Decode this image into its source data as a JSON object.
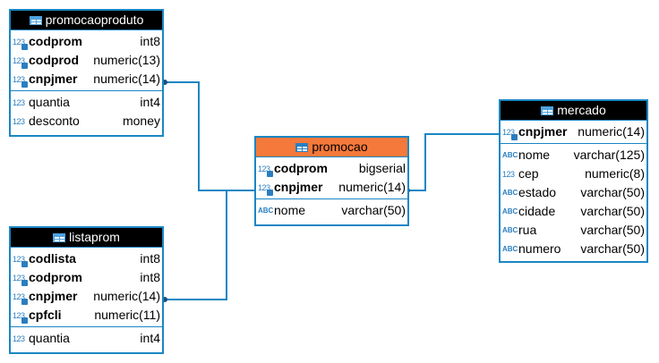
{
  "colors": {
    "border": "#1a86c4",
    "header_default": "#000000",
    "header_selected": "#f5793a",
    "connector": "#1a86c4"
  },
  "entities": {
    "promocaoproduto": {
      "title": "promocaoproduto",
      "keys": [
        {
          "type_icon": "123",
          "name": "codprom",
          "type": "int8"
        },
        {
          "type_icon": "123",
          "name": "codprod",
          "type": "numeric(13)"
        },
        {
          "type_icon": "123",
          "name": "cnpjmer",
          "type": "numeric(14)"
        }
      ],
      "fields": [
        {
          "type_icon": "123",
          "name": "quantia",
          "type": "int4"
        },
        {
          "type_icon": "123",
          "name": "desconto",
          "type": "money"
        }
      ]
    },
    "listaprom": {
      "title": "listaprom",
      "keys": [
        {
          "type_icon": "123",
          "name": "codlista",
          "type": "int8"
        },
        {
          "type_icon": "123",
          "name": "codprom",
          "type": "int8"
        },
        {
          "type_icon": "123",
          "name": "cnpjmer",
          "type": "numeric(14)"
        },
        {
          "type_icon": "123",
          "name": "cpfcli",
          "type": "numeric(11)"
        }
      ],
      "fields": [
        {
          "type_icon": "123",
          "name": "quantia",
          "type": "int4"
        }
      ]
    },
    "promocao": {
      "title": "promocao",
      "keys": [
        {
          "type_icon": "123",
          "name": "codprom",
          "type": "bigserial"
        },
        {
          "type_icon": "123",
          "name": "cnpjmer",
          "type": "numeric(14)"
        }
      ],
      "fields": [
        {
          "type_icon": "ABC",
          "name": "nome",
          "type": "varchar(50)"
        }
      ]
    },
    "mercado": {
      "title": "mercado",
      "keys": [
        {
          "type_icon": "123",
          "name": "cnpjmer",
          "type": "numeric(14)"
        }
      ],
      "fields": [
        {
          "type_icon": "ABC",
          "name": "nome",
          "type": "varchar(125)"
        },
        {
          "type_icon": "123",
          "name": "cep",
          "type": "numeric(8)"
        },
        {
          "type_icon": "ABC",
          "name": "estado",
          "type": "varchar(50)"
        },
        {
          "type_icon": "ABC",
          "name": "cidade",
          "type": "varchar(50)"
        },
        {
          "type_icon": "ABC",
          "name": "rua",
          "type": "varchar(50)"
        },
        {
          "type_icon": "ABC",
          "name": "numero",
          "type": "varchar(50)"
        }
      ]
    }
  }
}
